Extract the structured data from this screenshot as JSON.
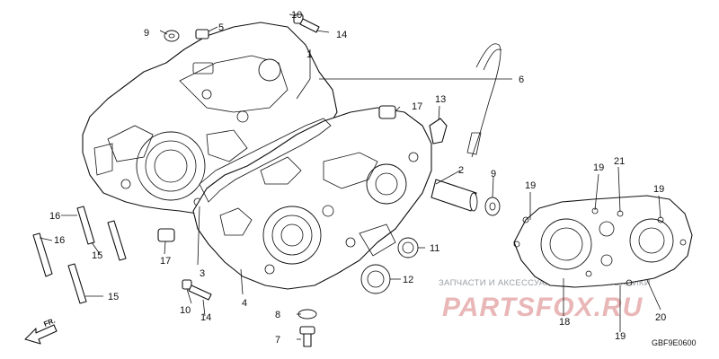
{
  "diagram": {
    "callouts": [
      {
        "id": "c1",
        "text": "1"
      },
      {
        "id": "c2",
        "text": "2"
      },
      {
        "id": "c3",
        "text": "3"
      },
      {
        "id": "c4",
        "text": "4"
      },
      {
        "id": "c5",
        "text": "5"
      },
      {
        "id": "c6",
        "text": "6"
      },
      {
        "id": "c7",
        "text": "7"
      },
      {
        "id": "c8",
        "text": "8"
      },
      {
        "id": "c9a",
        "text": "9"
      },
      {
        "id": "c9b",
        "text": "9"
      },
      {
        "id": "c10a",
        "text": "10"
      },
      {
        "id": "c10b",
        "text": "10"
      },
      {
        "id": "c11",
        "text": "11"
      },
      {
        "id": "c12",
        "text": "12"
      },
      {
        "id": "c13",
        "text": "13"
      },
      {
        "id": "c14a",
        "text": "14"
      },
      {
        "id": "c14b",
        "text": "14"
      },
      {
        "id": "c15a",
        "text": "15"
      },
      {
        "id": "c15b",
        "text": "15"
      },
      {
        "id": "c16a",
        "text": "16"
      },
      {
        "id": "c16b",
        "text": "16"
      },
      {
        "id": "c17a",
        "text": "17"
      },
      {
        "id": "c17b",
        "text": "17"
      },
      {
        "id": "c18",
        "text": "18"
      },
      {
        "id": "c19a",
        "text": "19"
      },
      {
        "id": "c19b",
        "text": "19"
      },
      {
        "id": "c19c",
        "text": "19"
      },
      {
        "id": "c19d",
        "text": "19"
      },
      {
        "id": "c20",
        "text": "20"
      },
      {
        "id": "c21",
        "text": "21"
      }
    ],
    "direction_label": "FR.",
    "diagram_code": "GBF9E0600"
  },
  "watermark": {
    "tagline": "ЗАПЧАСТИ И АКСЕССУАРЫ ДЛЯ МОТОТЕХНИКИ",
    "logo_text": "PARTSFOX.RU",
    "logo_color": "#e9b7b7"
  }
}
